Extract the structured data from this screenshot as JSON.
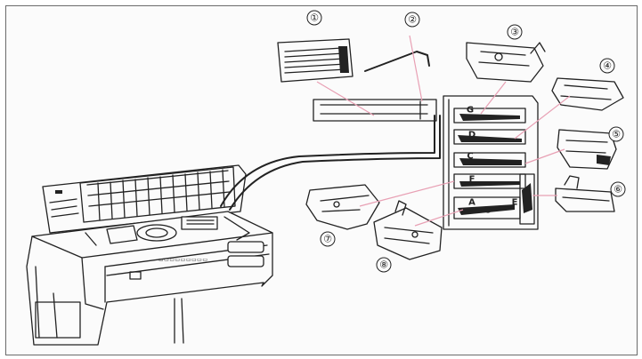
{
  "callouts": [
    {
      "label": "①",
      "item": "needle-pack"
    },
    {
      "label": "②",
      "item": "screwdriver"
    },
    {
      "label": "③",
      "item": "presser-foot-G"
    },
    {
      "label": "④",
      "item": "presser-foot-D"
    },
    {
      "label": "⑤",
      "item": "presser-foot-C"
    },
    {
      "label": "⑥",
      "item": "presser-foot-E"
    },
    {
      "label": "⑦",
      "item": "presser-foot-F"
    },
    {
      "label": "⑧",
      "item": "presser-foot-A"
    }
  ],
  "tray_slots": [
    "G",
    "D",
    "C",
    "F",
    "E",
    "A"
  ],
  "colors": {
    "leader_line": "#e8a0b4",
    "ink": "#222222",
    "paper": "#fbfbfb"
  }
}
